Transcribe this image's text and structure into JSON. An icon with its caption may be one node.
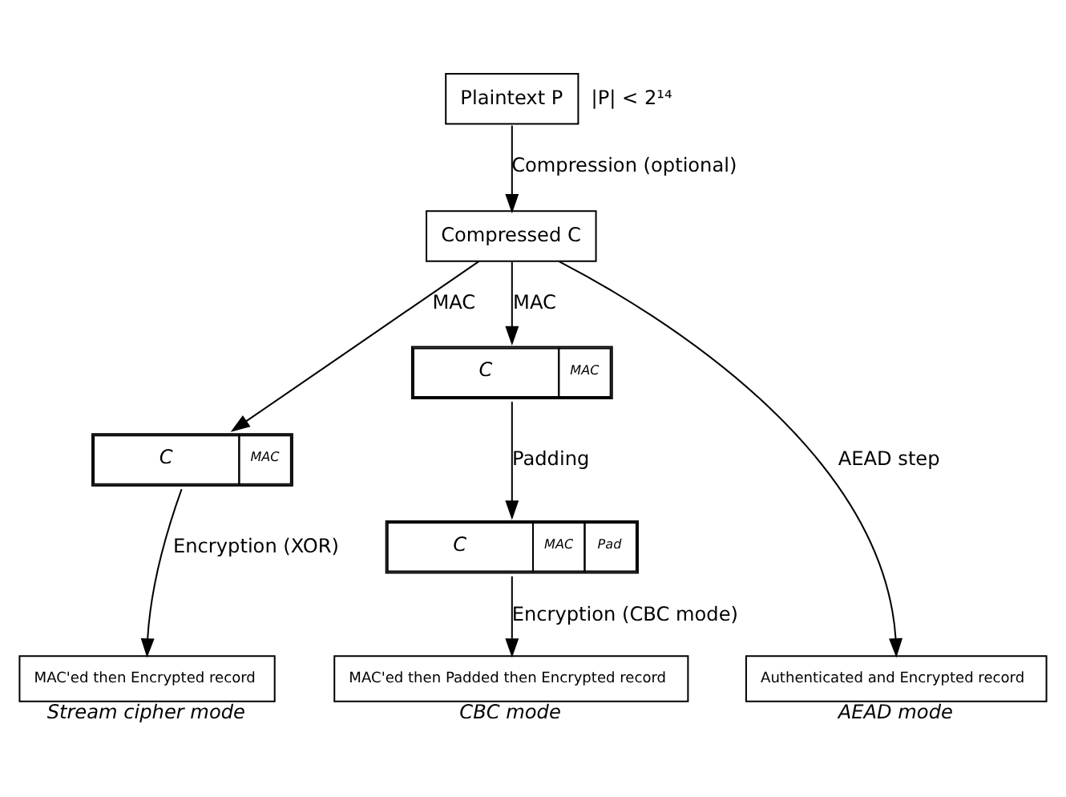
{
  "diagram": {
    "nodes": [
      {
        "text": [
          "Plaintext P"
        ],
        "beside": [
          "|P| < 2¹⁴"
        ]
      },
      {
        "text": [
          "Compressed C"
        ]
      },
      {
        "text": [
          "C",
          "MAC"
        ]
      },
      {
        "text": [
          "C",
          "MAC"
        ]
      },
      {
        "text": [
          "C",
          "MAC",
          "Pad"
        ]
      },
      {
        "text": [
          "MAC'ed then Encrypted record"
        ],
        "beside": [
          "Stream cipher mode"
        ]
      },
      {
        "text": [
          "MAC'ed then Padded then Encrypted record"
        ],
        "beside": [
          "CBC mode"
        ]
      },
      {
        "text": [
          "Authenticated and Encrypted record"
        ],
        "beside": [
          "AEAD mode"
        ]
      }
    ],
    "edges": [
      {
        "from": 0,
        "to": 1,
        "arrow": "to",
        "label": "Compression (optional)"
      },
      {
        "from": 1,
        "to": 2,
        "arrow": "to",
        "label": "MAC"
      },
      {
        "from": 1,
        "to": 3,
        "arrow": "to",
        "label": "MAC"
      },
      {
        "from": 1,
        "to": 7,
        "arrow": "to",
        "label": "AEAD step"
      },
      {
        "from": 2,
        "to": 5,
        "arrow": "to",
        "label": "Encryption (XOR)"
      },
      {
        "from": 3,
        "to": 4,
        "arrow": "to",
        "label": "Padding"
      },
      {
        "from": 4,
        "to": 6,
        "arrow": "to",
        "label": "Encryption (CBC mode)"
      }
    ]
  }
}
